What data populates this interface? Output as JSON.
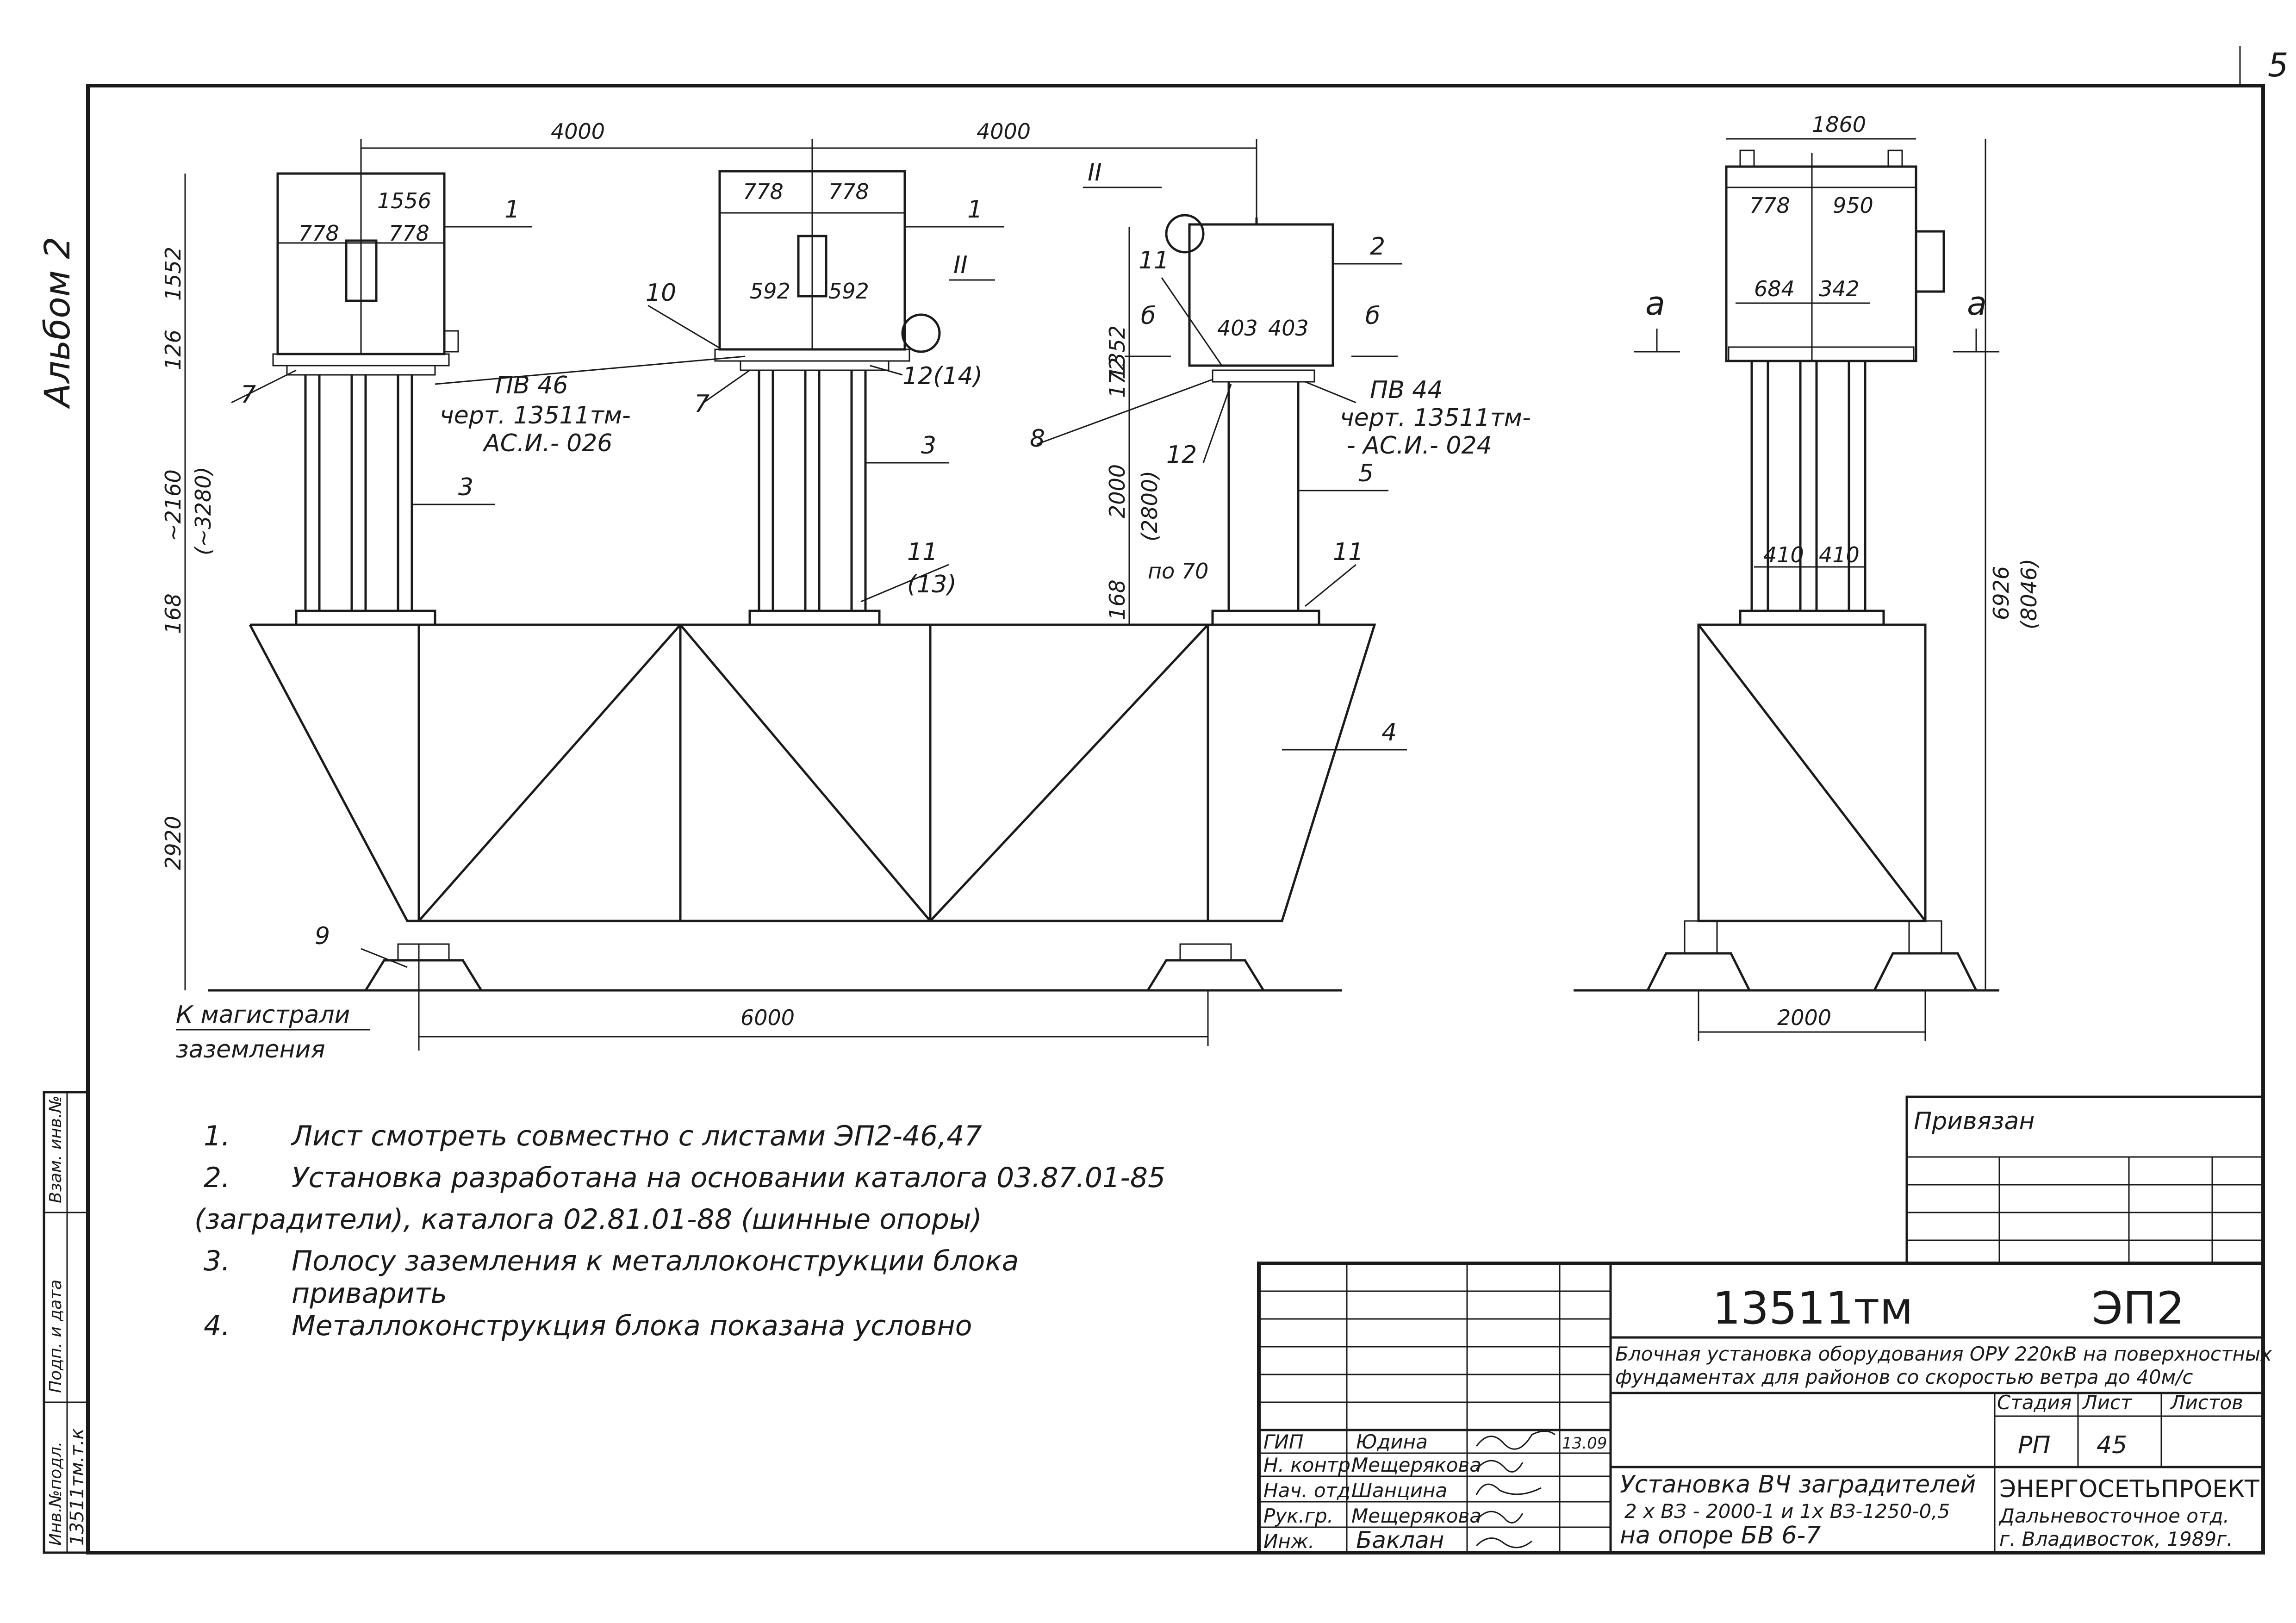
{
  "page": {
    "corner_number": "5",
    "album": "Альбом 2"
  },
  "side_stamp": {
    "inv": "Инв.№подл.",
    "sign": "Подп. и дата",
    "replace": "Взам. инв.№",
    "inv_value": "13511тм.т.к"
  },
  "dims": {
    "span_left": "4000",
    "span_right": "4000",
    "span_side": "1860",
    "h1552": "1552",
    "h126": "126",
    "h2160": "~2160",
    "h3280": "(~3280)",
    "h168": "168",
    "h2920": "2920",
    "w1556": "1556",
    "w778": "778",
    "w592": "592",
    "w403": "403",
    "h1352": "1352",
    "h172": "172",
    "h2000": "2000",
    "h2800": "(2800)",
    "po70": "по 70",
    "w950": "950",
    "w684": "684",
    "w342": "342",
    "w410": "410",
    "h6926": "6926",
    "h8046": "(8046)",
    "w6000": "6000",
    "w2000": "2000"
  },
  "labels": {
    "l1": "1",
    "l2": "2",
    "l3": "3",
    "l4": "4",
    "l5": "5",
    "l7": "7",
    "l8": "8",
    "l9": "9",
    "l10": "10",
    "l11": "11",
    "l11_13": "11",
    "l13": "(13)",
    "l12": "12",
    "l12_14": "12(14)",
    "ll": "II",
    "sec_b": "б",
    "sec_a": "а",
    "pv46": "ПВ 46",
    "pv46_ref1": "черт. 13511тм-",
    "pv46_ref2": "АС.И.- 026",
    "pv44": "ПВ 44",
    "pv44_ref1": "черт. 13511тм-",
    "pv44_ref2": "- АС.И.- 024",
    "ground1": "К магистрали",
    "ground2": "заземления"
  },
  "notes": [
    {
      "n": "1.",
      "t": "Лист смотреть совместно с листами ЭП2-46,47"
    },
    {
      "n": "2.",
      "t": "Установка разработана на основании каталога 03.87.01-85"
    },
    {
      "n": "",
      "t": "(заградители), каталога 02.81.01-88 (шинные опоры)"
    },
    {
      "n": "3.",
      "t": "Полосу заземления к металлоконструкции блока"
    },
    {
      "n": "",
      "t": "приварить"
    },
    {
      "n": "4.",
      "t": "Металлоконструкция блока показана условно"
    }
  ],
  "title_block": {
    "privyazan": "Привязан",
    "code": "13511тм",
    "sheet_code": "ЭП2",
    "project_line1": "Блочная установка оборудования ОРУ 220кВ на поверхностных",
    "project_line2": "фундаментах для районов со скоростью ветра до 40м/с",
    "stage_h": "Стадия",
    "sheet_h": "Лист",
    "sheets_h": "Листов",
    "stage": "РП",
    "sheet": "45",
    "sheet_title1": "Установка ВЧ заградителей",
    "sheet_title2": "2 х ВЗ - 2000-1 и 1х ВЗ-1250-0,5",
    "sheet_title3": "на опоре БВ 6-7",
    "org1": "ЭНЕРГОСЕТЬПРОЕКТ",
    "org2": "Дальневосточное отд.",
    "org3": "г. Владивосток, 1989г.",
    "date": "13.09",
    "roles": [
      {
        "role": "ГИП",
        "name": "Юдина"
      },
      {
        "role": "Н. контр.",
        "name": "Мещерякова"
      },
      {
        "role": "Нач. отд.",
        "name": "Шанцина"
      },
      {
        "role": "Рук.гр.",
        "name": "Мещерякова"
      },
      {
        "role": "Инж.",
        "name": "Баклан"
      }
    ]
  }
}
